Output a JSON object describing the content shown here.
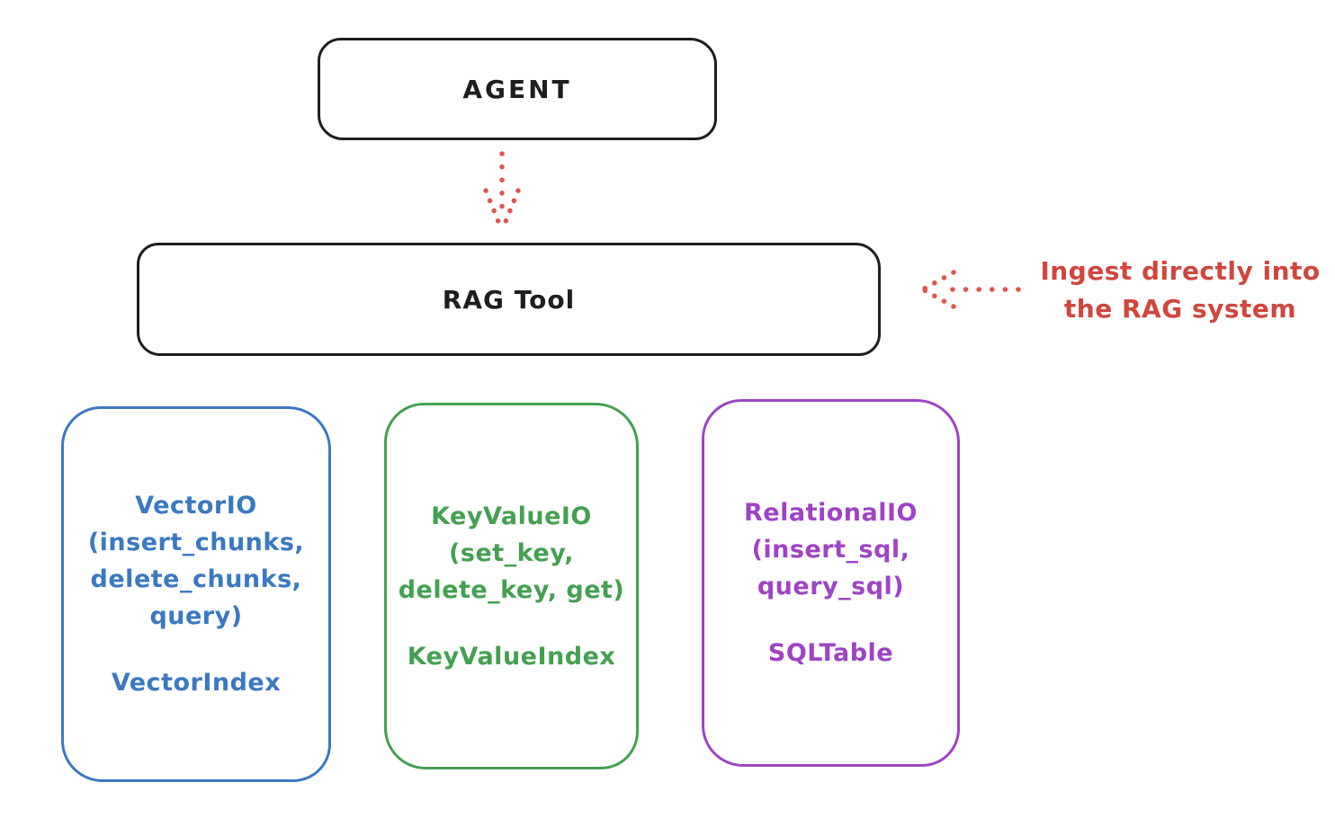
{
  "diagram": {
    "background_color": "#ffffff",
    "stroke_black": "#1e1e1e",
    "agent_box": {
      "label": "AGENT",
      "border_color": "#1e1e1e"
    },
    "rag_tool_box": {
      "label": "RAG Tool",
      "border_color": "#1e1e1e"
    },
    "agent_to_rag_arrow": {
      "style": "dotted",
      "direction": "down",
      "color": "#e0564e"
    },
    "annotation": {
      "line1": "Ingest directly into",
      "line2": "the RAG system",
      "color": "#d0463c",
      "arrow": {
        "style": "dotted",
        "direction": "left",
        "color": "#e0564e"
      }
    },
    "storage_boxes": [
      {
        "id": "vector-io",
        "color": "#3b78c2",
        "lines": [
          "VectorIO",
          "(insert_chunks,",
          "delete_chunks,",
          "query)"
        ],
        "index_label": "VectorIndex"
      },
      {
        "id": "keyvalue-io",
        "color": "#44a050",
        "lines": [
          "KeyValueIO",
          "(set_key,",
          "delete_key, get)"
        ],
        "index_label": "KeyValueIndex"
      },
      {
        "id": "relational-io",
        "color": "#9e43c6",
        "lines": [
          "RelationalIO",
          "(insert_sql,",
          "query_sql)"
        ],
        "index_label": "SQLTable"
      }
    ]
  }
}
